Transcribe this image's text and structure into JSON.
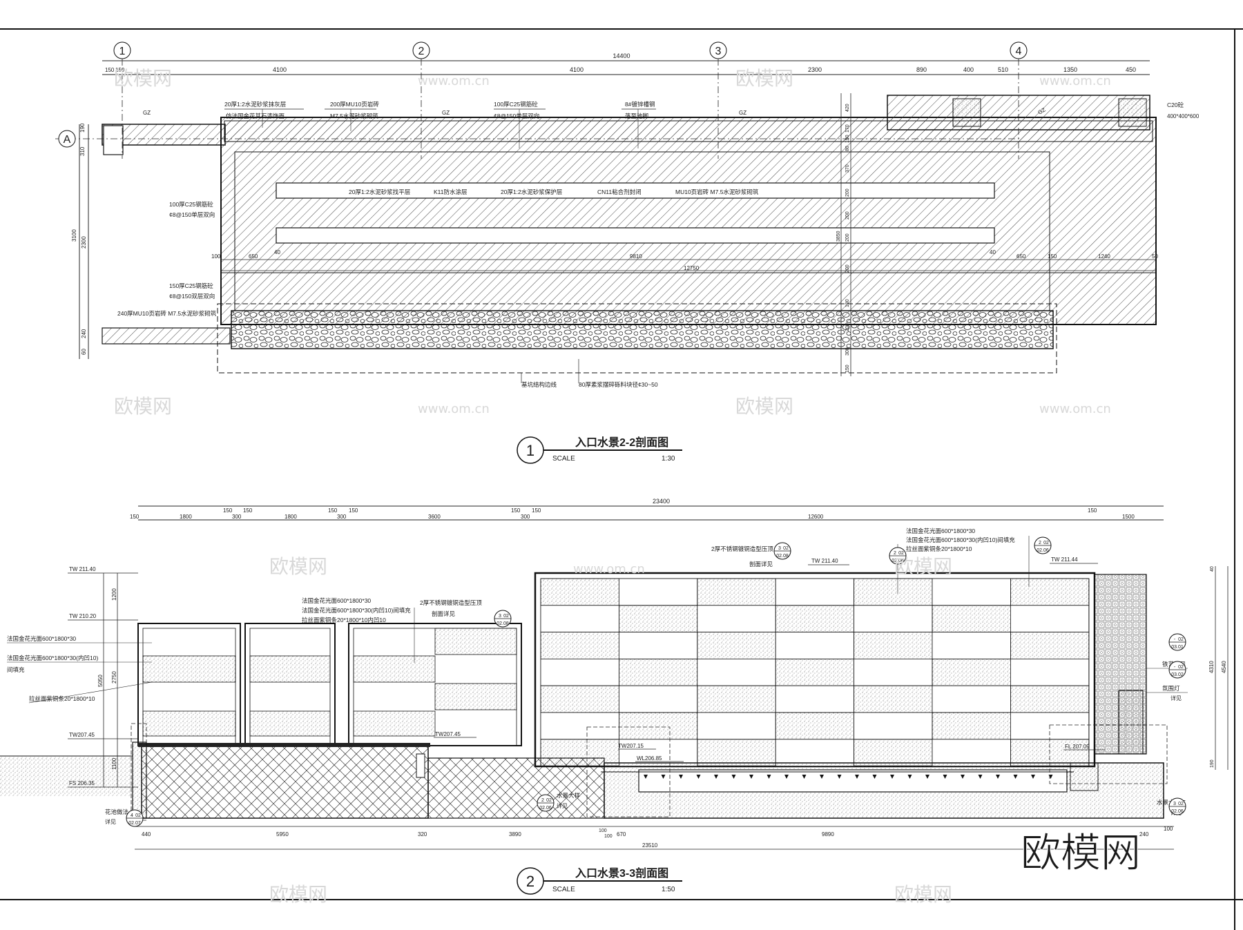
{
  "section1": {
    "grid_marks": [
      "1",
      "2",
      "3",
      "4"
    ],
    "grid_row": "A",
    "top_total": "14400",
    "top_dims": [
      "150",
      "150",
      "4100",
      "4100",
      "2300",
      "890",
      "400",
      "510",
      "1350",
      "450"
    ],
    "left_dims": [
      "190",
      "310",
      "3100",
      "2300",
      "240",
      "60"
    ],
    "inner_dims": [
      "100",
      "650",
      "40",
      "9810",
      "40",
      "650",
      "150",
      "1240",
      "50"
    ],
    "inner_total": "12750",
    "right_dims": [
      "420",
      "170",
      "150",
      "80",
      "370",
      "200",
      "200",
      "350",
      "3850",
      "200",
      "200",
      "190",
      "200",
      "155",
      "300",
      "200",
      "150"
    ],
    "gz": "GZ",
    "notes_top": [
      "20厚1:2水泥砂浆抹灰层",
      "仿法国金花其石漆饰面",
      "200厚MU10页岩砖",
      "M7.5水泥砂浆砌筑",
      "100厚C25钢筋砼",
      "¢8@150单层双向",
      "8#镀锌槽钢",
      "落至池脚"
    ],
    "notes_right": [
      "C20砼",
      "400*400*600"
    ],
    "layers": [
      "20厚1:2水泥砂浆找平层",
      "K11防水涂层",
      "20厚1:2水泥砂浆保护层",
      "CN11粘合剂封闭",
      "MU10页岩砖 M7.5水泥砂浆砌筑"
    ],
    "notes_left": [
      "100厚C25钢筋砼",
      "¢8@150单层双向",
      "150厚C25钢筋砼",
      "¢8@150双层双向",
      "240厚MU10页岩砖 M7.5水泥砂浆砌筑"
    ],
    "notes_bottom": [
      "基坑结构边线",
      "80厚素浆摆碎砾料块径¢30~50"
    ],
    "title_num": "1",
    "title": "入口水景2-2剖面图",
    "scale_label": "SCALE",
    "scale": "1:30"
  },
  "section2": {
    "top_total": "23400",
    "top_dims": [
      "150",
      "1800",
      "150",
      "300",
      "150",
      "1800",
      "150",
      "300",
      "150",
      "3600",
      "150",
      "300",
      "150",
      "12600",
      "150",
      "1500"
    ],
    "levels": [
      "TW 211.40",
      "TW 210.20",
      "TW207.45",
      "FS 206.35",
      "TW207.45",
      "TW207.15",
      "WL206.85",
      "TW 211.40",
      "TW 211.44",
      "FL 207.09"
    ],
    "left_dims": [
      "1200",
      "5050",
      "2750",
      "1100"
    ],
    "right_dims": [
      "4540",
      "4310",
      "190",
      "40"
    ],
    "notes_left": [
      "法国金花光面600*1800*30",
      "法国金花光面600*1800*30(内凹10)",
      "间填充",
      "拉丝面紫铜条20*1800*10"
    ],
    "notes_mid": [
      "法国金花光面600*1800*30",
      "法国金花光面600*1800*30(内凹10)间填充",
      "拉丝面紫铜条20*1800*10内凹10",
      "2厚不锈钢镀铜造型压顶",
      "剖面详见"
    ],
    "notes_top": [
      "2厚不锈钢镀铜造型压顶",
      "剖面详见",
      "法国金花光面600*1800*30",
      "法国金花光面600*1800*30(内凹10)间填充",
      "拉丝面紫铜条20*1800*10"
    ],
    "notes_right": [
      "铁艺屏风",
      "详见",
      "氛围灯",
      "详见",
      "水景大样二",
      "详见"
    ],
    "notes_bottom": [
      "花池做法",
      "详见",
      "水景大样",
      "详见"
    ],
    "callouts": [
      {
        "num": "3",
        "ref": "02",
        "sheet": "02.08"
      },
      {
        "num": "2",
        "ref": "02",
        "sheet": "02.06"
      },
      {
        "num": "3",
        "ref": "02",
        "sheet": "02.08"
      },
      {
        "num": "2",
        "ref": "02",
        "sheet": "02.06"
      },
      {
        "num": "-",
        "ref": "02",
        "sheet": "03.01"
      },
      {
        "num": "-",
        "ref": "02",
        "sheet": "03.02"
      },
      {
        "num": "3",
        "ref": "02",
        "sheet": "02.06"
      },
      {
        "num": "2",
        "ref": "02",
        "sheet": "02.06"
      },
      {
        "num": "4",
        "ref": "02",
        "sheet": "02.07"
      }
    ],
    "bottom_dims": [
      "440",
      "5950",
      "320",
      "3890",
      "100",
      "100",
      "670",
      "9890",
      "240",
      "100"
    ],
    "bottom_total": "23510",
    "title_num": "2",
    "title": "入口水景3-3剖面图",
    "scale_label": "SCALE",
    "scale": "1:50"
  },
  "watermark": {
    "brand": "欧模网",
    "url": "www.om.cn"
  }
}
